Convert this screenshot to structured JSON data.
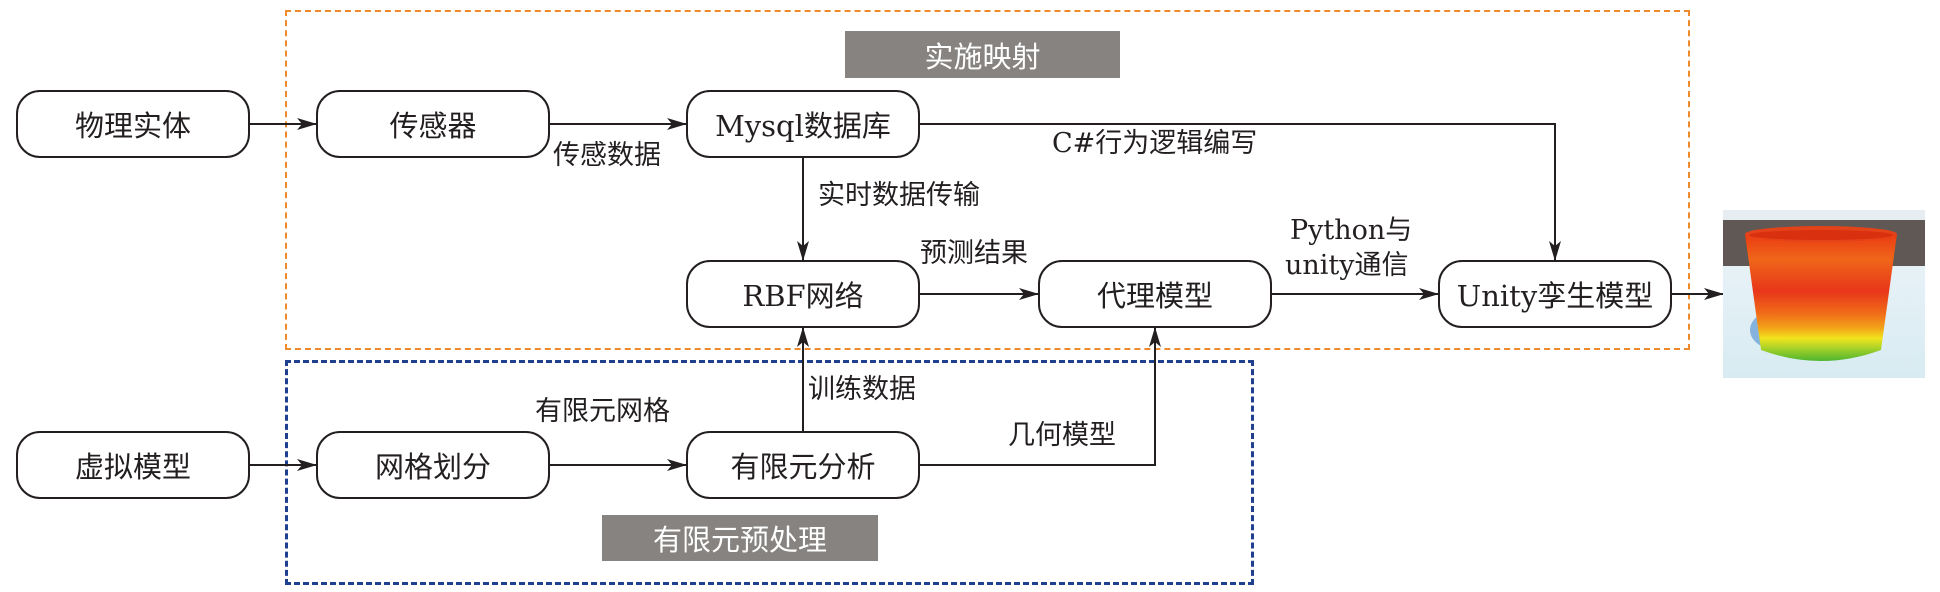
{
  "groups": {
    "implementation_mapping": {
      "label": "实施映射",
      "border_color": "#ef8a2c"
    },
    "fe_preprocessing": {
      "label": "有限元预处理",
      "border_color": "#1f3f8f"
    }
  },
  "tag_color": "#868380",
  "nodes": {
    "physical_entity": "物理实体",
    "sensor": "传感器",
    "mysql_db": "Mysql数据库",
    "rbf_network": "RBF网络",
    "surrogate_model": "代理模型",
    "unity_twin": "Unity孪生模型",
    "virtual_model": "虚拟模型",
    "mesh_division": "网格划分",
    "fe_analysis": "有限元分析"
  },
  "edges": {
    "sensor_data": "传感数据",
    "csharp_logic": "C#行为逻辑编写",
    "realtime_transfer": "实时数据传输",
    "prediction_result": "预测结果",
    "python_unity_line1": "Python与",
    "python_unity_line2": "unity通信",
    "training_data": "训练数据",
    "fe_mesh": "有限元网格",
    "geometry_model": "几何模型"
  },
  "output_image": {
    "description": "Unity twin model heat-map render (cylindrical vessel)"
  }
}
